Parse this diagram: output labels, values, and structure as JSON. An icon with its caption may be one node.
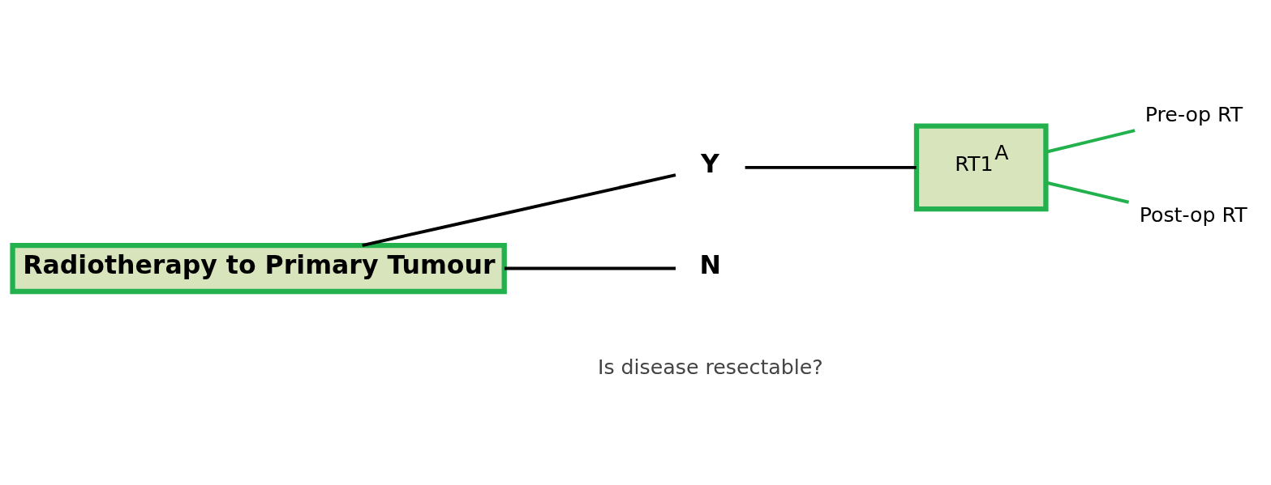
{
  "diagram": {
    "nodes": [
      {
        "text": [
          "Radiotherapy to Primary Tumour"
        ]
      },
      {
        "text": [
          "Y"
        ]
      },
      {
        "text": [
          "N"
        ]
      },
      {
        "text": [
          "RT1$^{A}$"
        ]
      },
      {
        "text": [
          "Pre-op RT"
        ]
      },
      {
        "text": [
          "Post-op RT"
        ]
      }
    ],
    "edges": [
      {
        "from": 0,
        "to": 1,
        "arrow": "none"
      },
      {
        "from": 0,
        "to": 2,
        "arrow": "none"
      },
      {
        "from": 1,
        "to": 3,
        "arrow": "none"
      },
      {
        "from": 3,
        "to": 4,
        "arrow": "none",
        "color": "#22b14c"
      },
      {
        "from": 3,
        "to": 5,
        "arrow": "none",
        "color": "#22b14c"
      }
    ],
    "labels": [
      "Is disease resectable?"
    ]
  }
}
